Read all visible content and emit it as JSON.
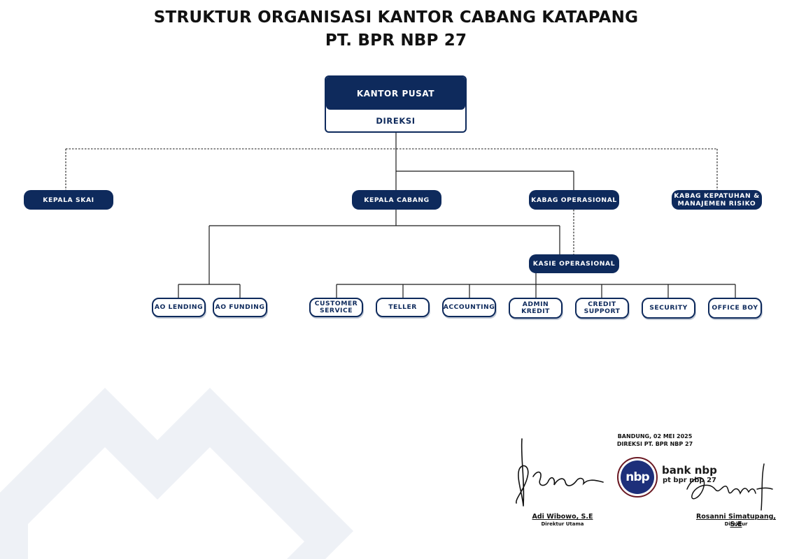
{
  "title": {
    "line1": "STRUKTUR ORGANISASI KANTOR CABANG KATAPANG",
    "line2": "PT. BPR NBP 27"
  },
  "head_office": {
    "top_label": "KANTOR PUSAT",
    "bottom_label": "DIREKSI"
  },
  "level2": {
    "kepala_skai": "KEPALA SKAI",
    "kepala_cabang": "KEPALA CABANG",
    "kabag_operasional": "KABAG OPERASIONAL",
    "kabag_kepatuhan_line1": "KABAG KEPATUHAN &",
    "kabag_kepatuhan_line2": "MANAJEMEN RISIKO"
  },
  "level3": {
    "kasie_operasional": "KASIE OPERASIONAL"
  },
  "staff": {
    "ao_lending": "AO LENDING",
    "ao_funding": "AO FUNDING",
    "customer_service_line1": "CUSTOMER",
    "customer_service_line2": "SERVICE",
    "teller": "TELLER",
    "accounting": "ACCOUNTING",
    "admin_kredit_line1": "ADMIN",
    "admin_kredit_line2": "KREDIT",
    "credit_support_line1": "CREDIT",
    "credit_support_line2": "SUPPORT",
    "security": "SECURITY",
    "office_boy": "OFFICE BOY"
  },
  "signature_block": {
    "place_date": "BANDUNG, 02 MEI 2025",
    "board_label": "DIREKSI PT. BPR NBP 27",
    "signer1_name": "Adi Wibowo, S.E",
    "signer1_role": "Direktur Utama",
    "signer2_name": "Rosanni Simatupang, S.E",
    "signer2_role": "Direktur",
    "logo_text": "nbp",
    "brand_line1": "bank nbp",
    "brand_line2": "pt bpr nbp 27"
  },
  "colors": {
    "navy": "#0e2a5c",
    "stamp_ring": "#6b1a24",
    "logo_blue": "#1d2f7a"
  },
  "connectors": {
    "solid": "direct line",
    "dashed": "coordination line"
  }
}
